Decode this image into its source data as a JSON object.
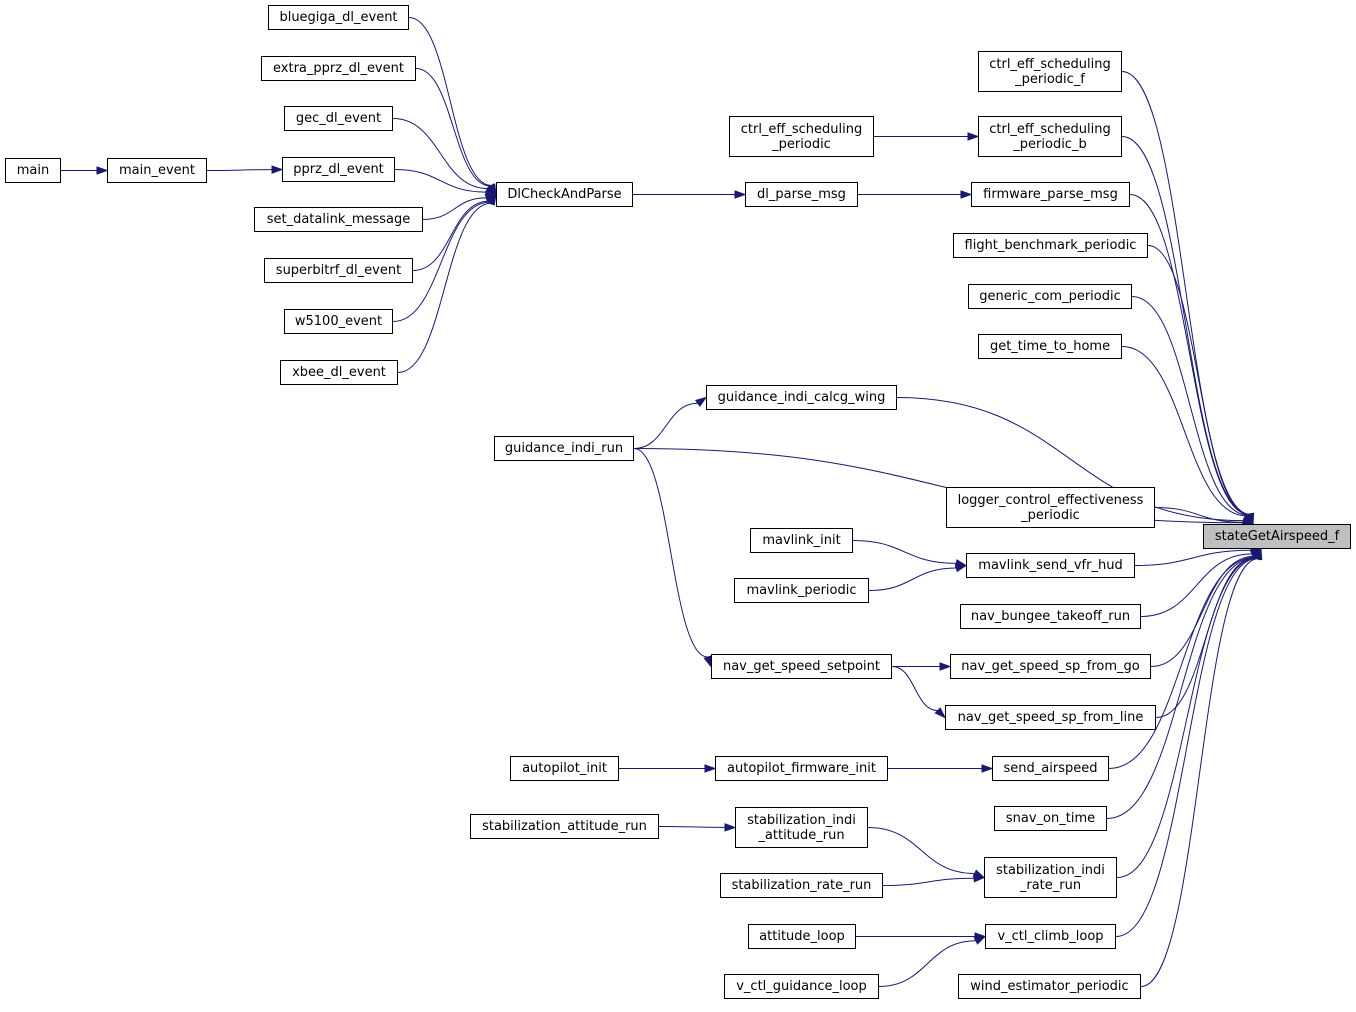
{
  "graph": {
    "root": "stateGetAirspeed_f",
    "colors": {
      "edge": "#191970",
      "node_border": "#000000",
      "node_fill": "#ffffff",
      "root_fill": "#bfbfbf"
    },
    "nodes": {
      "main": "main",
      "main_event": "main_event",
      "bluegiga_dl_event": "bluegiga_dl_event",
      "extra_pprz_dl_event": "extra_pprz_dl_event",
      "gec_dl_event": "gec_dl_event",
      "pprz_dl_event": "pprz_dl_event",
      "set_datalink_message": "set_datalink_message",
      "superbitrf_dl_event": "superbitrf_dl_event",
      "w5100_event": "w5100_event",
      "xbee_dl_event": "xbee_dl_event",
      "DlCheckAndParse": "DlCheckAndParse",
      "dl_parse_msg": "dl_parse_msg",
      "ctrl_eff_scheduling_periodic": "ctrl_eff_scheduling\n_periodic",
      "guidance_indi_calcg_wing": "guidance_indi_calcg_wing",
      "guidance_indi_run": "guidance_indi_run",
      "mavlink_init": "mavlink_init",
      "mavlink_periodic": "mavlink_periodic",
      "nav_get_speed_setpoint": "nav_get_speed_setpoint",
      "autopilot_init": "autopilot_init",
      "autopilot_firmware_init": "autopilot_firmware_init",
      "stabilization_attitude_run": "stabilization_attitude_run",
      "stabilization_indi_attitude_run": "stabilization_indi\n_attitude_run",
      "stabilization_rate_run": "stabilization_rate_run",
      "attitude_loop": "attitude_loop",
      "v_ctl_guidance_loop": "v_ctl_guidance_loop",
      "ctrl_eff_scheduling_periodic_f": "ctrl_eff_scheduling\n_periodic_f",
      "ctrl_eff_scheduling_periodic_b": "ctrl_eff_scheduling\n_periodic_b",
      "firmware_parse_msg": "firmware_parse_msg",
      "flight_benchmark_periodic": "flight_benchmark_periodic",
      "generic_com_periodic": "generic_com_periodic",
      "get_time_to_home": "get_time_to_home",
      "logger_control_effectiveness_periodic": "logger_control_effectiveness\n_periodic",
      "mavlink_send_vfr_hud": "mavlink_send_vfr_hud",
      "nav_bungee_takeoff_run": "nav_bungee_takeoff_run",
      "nav_get_speed_sp_from_go": "nav_get_speed_sp_from_go",
      "nav_get_speed_sp_from_line": "nav_get_speed_sp_from_line",
      "send_airspeed": "send_airspeed",
      "snav_on_time": "snav_on_time",
      "stabilization_indi_rate_run": "stabilization_indi\n_rate_run",
      "v_ctl_climb_loop": "v_ctl_climb_loop",
      "wind_estimator_periodic": "wind_estimator_periodic",
      "stateGetAirspeed_f": "stateGetAirspeed_f"
    },
    "edges": [
      [
        "main",
        "main_event"
      ],
      [
        "main_event",
        "pprz_dl_event"
      ],
      [
        "bluegiga_dl_event",
        "DlCheckAndParse"
      ],
      [
        "extra_pprz_dl_event",
        "DlCheckAndParse"
      ],
      [
        "gec_dl_event",
        "DlCheckAndParse"
      ],
      [
        "pprz_dl_event",
        "DlCheckAndParse"
      ],
      [
        "set_datalink_message",
        "DlCheckAndParse"
      ],
      [
        "superbitrf_dl_event",
        "DlCheckAndParse"
      ],
      [
        "w5100_event",
        "DlCheckAndParse"
      ],
      [
        "xbee_dl_event",
        "DlCheckAndParse"
      ],
      [
        "DlCheckAndParse",
        "dl_parse_msg"
      ],
      [
        "dl_parse_msg",
        "firmware_parse_msg"
      ],
      [
        "ctrl_eff_scheduling_periodic",
        "ctrl_eff_scheduling_periodic_b"
      ],
      [
        "guidance_indi_run",
        "guidance_indi_calcg_wing"
      ],
      [
        "guidance_indi_run",
        "nav_get_speed_setpoint"
      ],
      [
        "mavlink_init",
        "mavlink_send_vfr_hud"
      ],
      [
        "mavlink_periodic",
        "mavlink_send_vfr_hud"
      ],
      [
        "nav_get_speed_setpoint",
        "nav_get_speed_sp_from_go"
      ],
      [
        "nav_get_speed_setpoint",
        "nav_get_speed_sp_from_line"
      ],
      [
        "autopilot_init",
        "autopilot_firmware_init"
      ],
      [
        "autopilot_firmware_init",
        "send_airspeed"
      ],
      [
        "stabilization_attitude_run",
        "stabilization_indi_attitude_run"
      ],
      [
        "stabilization_indi_attitude_run",
        "stabilization_indi_rate_run"
      ],
      [
        "stabilization_rate_run",
        "stabilization_indi_rate_run"
      ],
      [
        "attitude_loop",
        "v_ctl_climb_loop"
      ],
      [
        "v_ctl_guidance_loop",
        "v_ctl_climb_loop"
      ],
      [
        "ctrl_eff_scheduling_periodic_f",
        "stateGetAirspeed_f"
      ],
      [
        "ctrl_eff_scheduling_periodic_b",
        "stateGetAirspeed_f"
      ],
      [
        "firmware_parse_msg",
        "stateGetAirspeed_f"
      ],
      [
        "flight_benchmark_periodic",
        "stateGetAirspeed_f"
      ],
      [
        "generic_com_periodic",
        "stateGetAirspeed_f"
      ],
      [
        "get_time_to_home",
        "stateGetAirspeed_f"
      ],
      [
        "guidance_indi_calcg_wing",
        "stateGetAirspeed_f"
      ],
      [
        "guidance_indi_run",
        "stateGetAirspeed_f"
      ],
      [
        "logger_control_effectiveness_periodic",
        "stateGetAirspeed_f"
      ],
      [
        "mavlink_send_vfr_hud",
        "stateGetAirspeed_f"
      ],
      [
        "nav_bungee_takeoff_run",
        "stateGetAirspeed_f"
      ],
      [
        "nav_get_speed_sp_from_go",
        "stateGetAirspeed_f"
      ],
      [
        "nav_get_speed_sp_from_line",
        "stateGetAirspeed_f"
      ],
      [
        "send_airspeed",
        "stateGetAirspeed_f"
      ],
      [
        "snav_on_time",
        "stateGetAirspeed_f"
      ],
      [
        "stabilization_indi_rate_run",
        "stateGetAirspeed_f"
      ],
      [
        "v_ctl_climb_loop",
        "stateGetAirspeed_f"
      ],
      [
        "wind_estimator_periodic",
        "stateGetAirspeed_f"
      ]
    ]
  }
}
